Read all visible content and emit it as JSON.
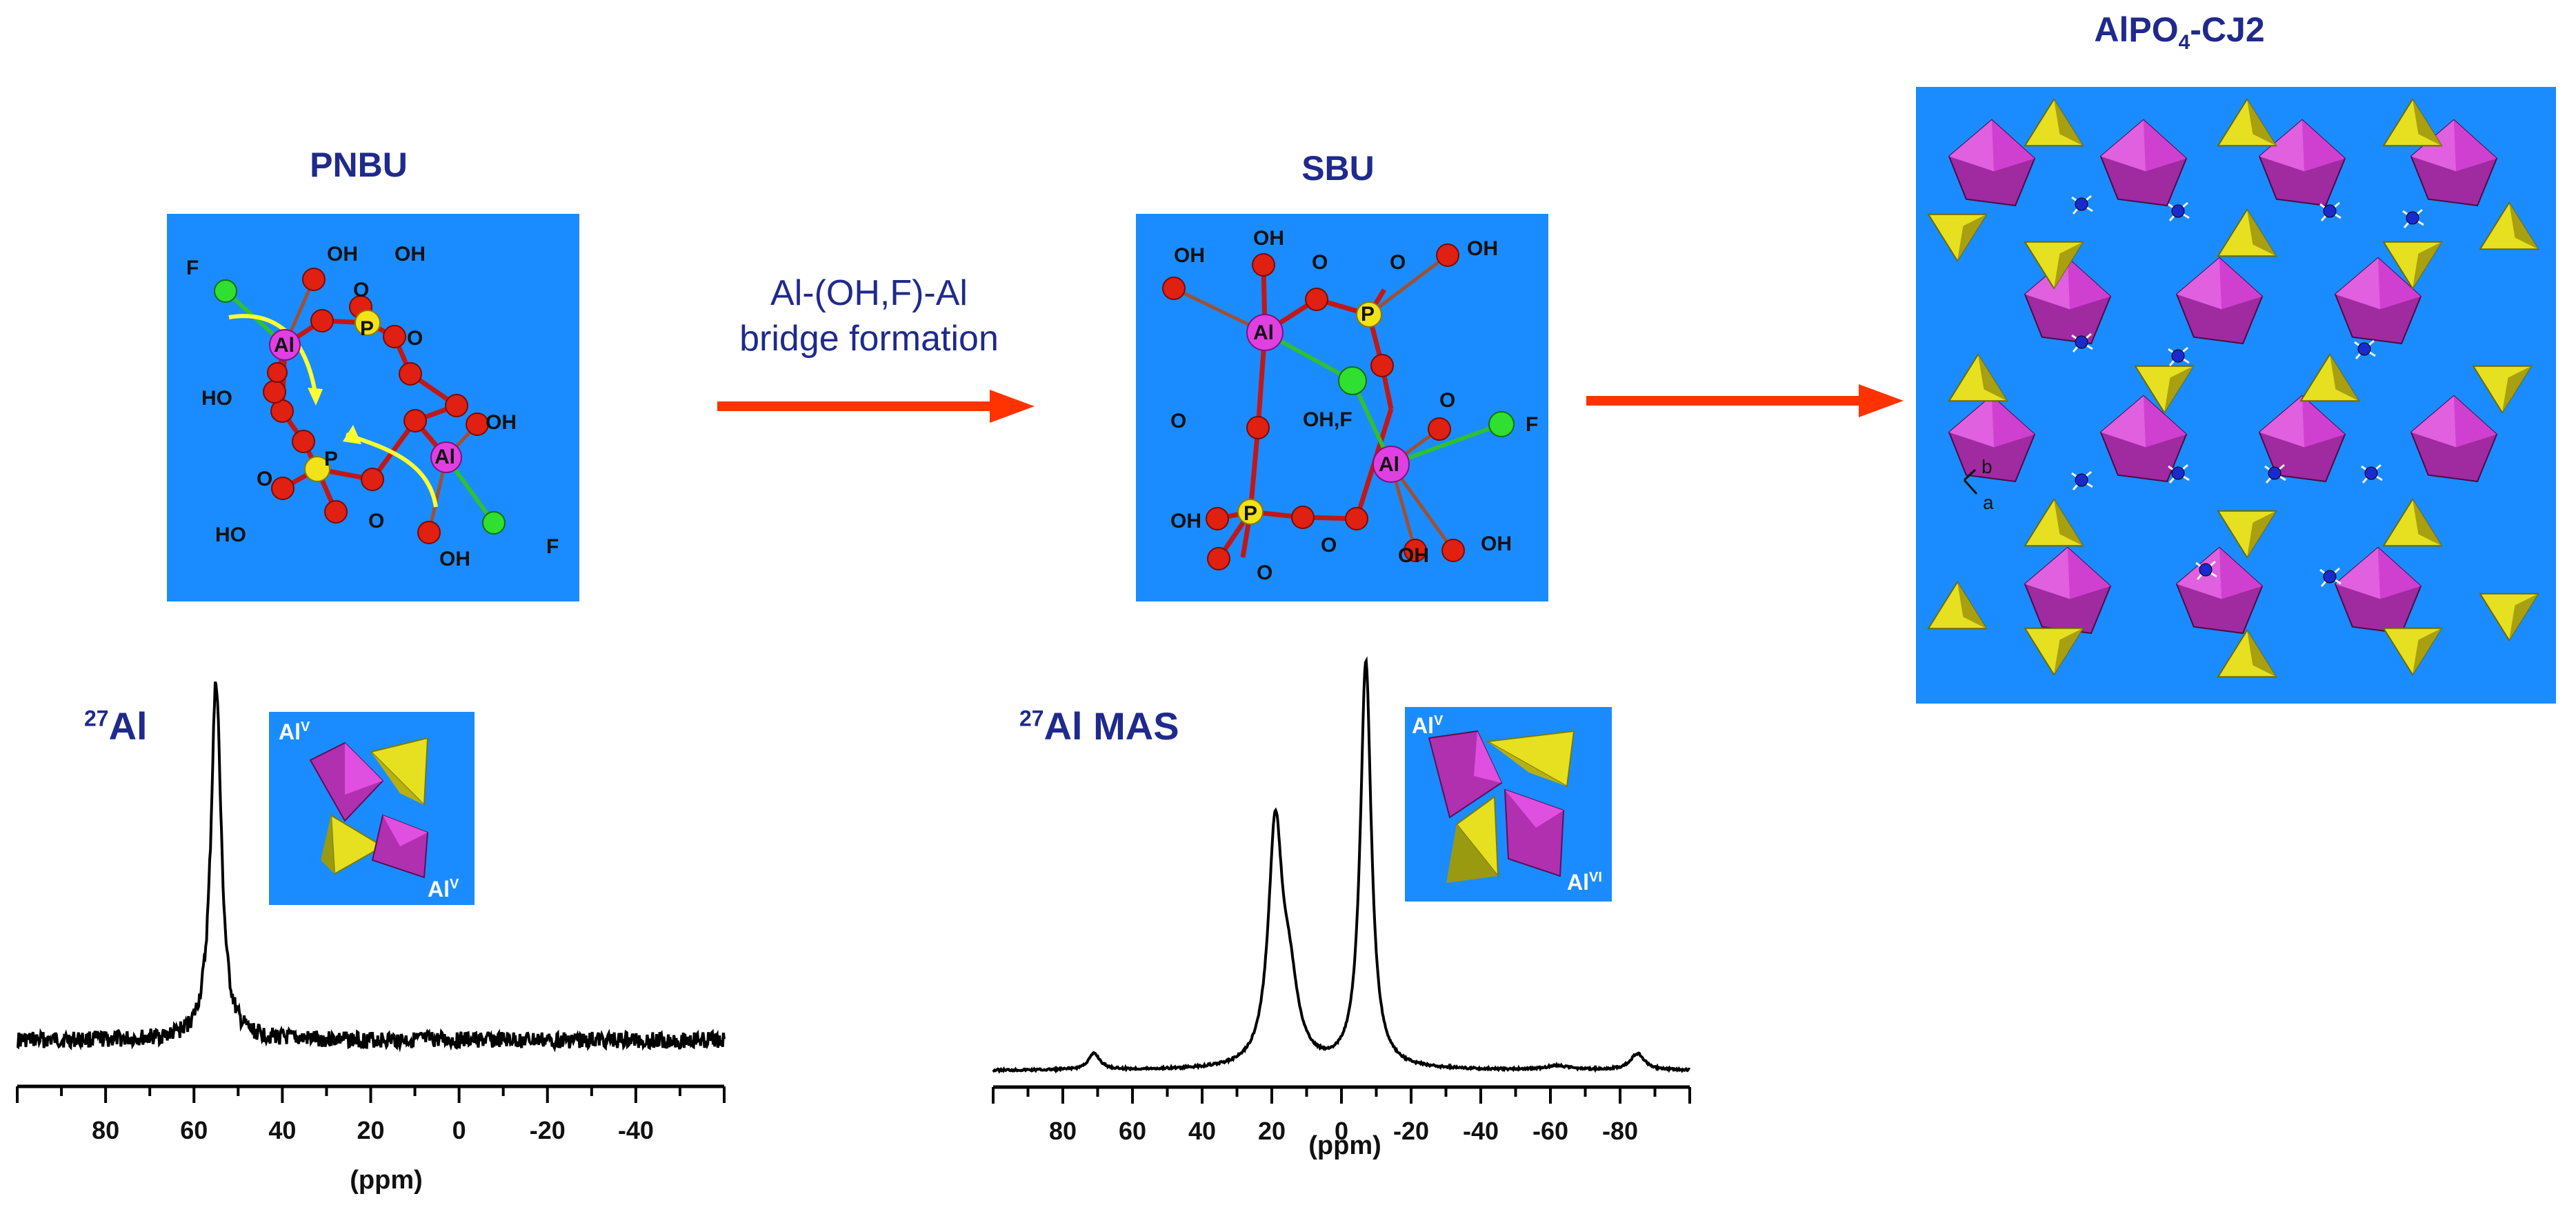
{
  "titles": {
    "pnbu": "PNBU",
    "sbu": "SBU",
    "cj2_main": "AlPO",
    "cj2_sub": "4",
    "cj2_suffix": "-CJ2"
  },
  "arrow": {
    "line1": "Al-(OH,F)-Al",
    "line2": "bridge formation"
  },
  "pnbu_labels": {
    "f_top": "F",
    "oh1": "OH",
    "oh2": "OH",
    "o1": "O",
    "p1": "P",
    "o2": "O",
    "al1": "Al",
    "ho1": "HO",
    "oh3": "OH",
    "o3": "O",
    "p2": "P",
    "al2": "Al",
    "o4": "O",
    "ho2": "HO",
    "oh4": "OH",
    "f_bot": "F"
  },
  "sbu_labels": {
    "oh1": "OH",
    "oh2": "OH",
    "o1": "O",
    "o2": "O",
    "p1": "P",
    "oh3": "OH",
    "al1": "Al",
    "o3": "O",
    "ohf": "OH,F",
    "o4": "O",
    "f": "F",
    "al2": "Al",
    "oh4": "OH",
    "p2": "P",
    "o5": "O",
    "o6": "O",
    "oh5": "OH",
    "oh6": "OH"
  },
  "axes_labels": {
    "b": "b",
    "a": "a"
  },
  "spectrum1": {
    "nucleus_mass": "27",
    "nucleus": "Al",
    "inset_label_top": "Al",
    "inset_label_top_sup": "V",
    "inset_label_bot": "Al",
    "inset_label_bot_sup": "V",
    "xlabel": "(ppm)",
    "ticks": [
      "80",
      "60",
      "40",
      "20",
      "0",
      "-20",
      "-40"
    ],
    "tick_values": [
      80,
      60,
      40,
      20,
      0,
      -20,
      -40
    ],
    "xlim": [
      100,
      -60
    ],
    "peaks": [
      {
        "center": 55,
        "height": 1.0,
        "width": 1.4
      }
    ]
  },
  "spectrum2": {
    "nucleus_mass": "27",
    "nucleus": "Al MAS",
    "inset_label_top": "Al",
    "inset_label_top_sup": "V",
    "inset_label_bot": "Al",
    "inset_label_bot_sup": "VI",
    "xlabel": "(ppm)",
    "ticks": [
      "80",
      "60",
      "40",
      "20",
      "0",
      "-20",
      "-40",
      "-60",
      "-80"
    ],
    "tick_values": [
      80,
      60,
      40,
      20,
      0,
      -20,
      -40,
      -60,
      -80
    ],
    "xlim": [
      100,
      -100
    ],
    "peaks": [
      {
        "center": 19,
        "height": 0.57,
        "width": 2.4
      },
      {
        "center": 15,
        "height": 0.18,
        "width": 3.0
      },
      {
        "center": -7,
        "height": 1.0,
        "width": 1.9
      },
      {
        "center": 71,
        "height": 0.04,
        "width": 2.0
      },
      {
        "center": -85,
        "height": 0.04,
        "width": 2.5
      },
      {
        "center": -62,
        "height": 0.01,
        "width": 4.0
      }
    ]
  },
  "colors": {
    "title": "#1f2a8c",
    "panel": "#1a8cff",
    "arrow": "#ff3300",
    "oxygen": "#e02010",
    "aluminium": "#e040e0",
    "phosphorus": "#f2e21a",
    "fluorine": "#30e030",
    "octahedron": "#d040d0",
    "tetrahedron": "#e6e020"
  }
}
